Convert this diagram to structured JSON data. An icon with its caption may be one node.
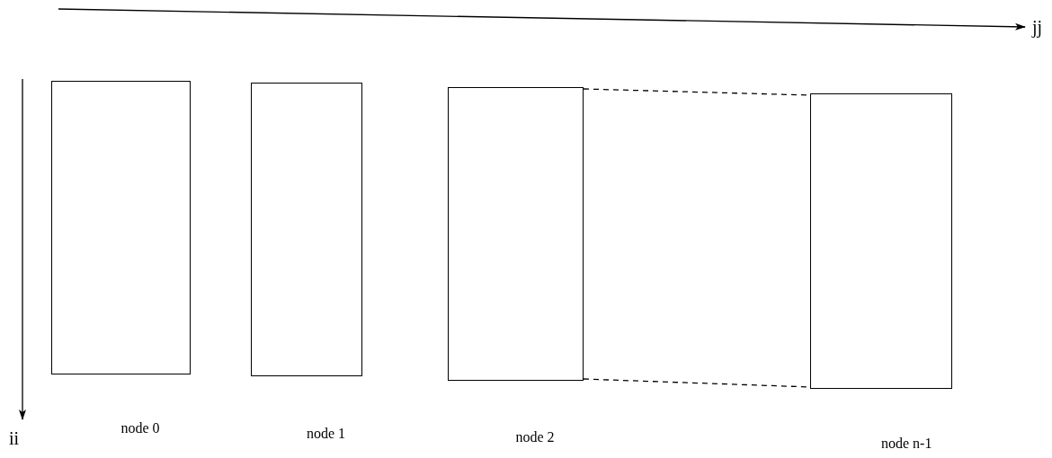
{
  "diagram": {
    "nodes": [
      {
        "text": [],
        "shape": "box",
        "beside": [
          "node 0"
        ]
      },
      {
        "text": [],
        "shape": "box",
        "beside": [
          "node 1"
        ]
      },
      {
        "text": [],
        "shape": "box",
        "beside": [
          "node 2"
        ]
      },
      {
        "text": [],
        "shape": "box",
        "beside": [
          "node n-1"
        ]
      }
    ],
    "edges": [
      {
        "from": 2,
        "to": 3,
        "arrow": "none",
        "style": "dashed"
      },
      {
        "from": 2,
        "to": 3,
        "arrow": "none",
        "style": "dashed"
      }
    ],
    "labels": [
      "jj",
      "ii"
    ]
  }
}
